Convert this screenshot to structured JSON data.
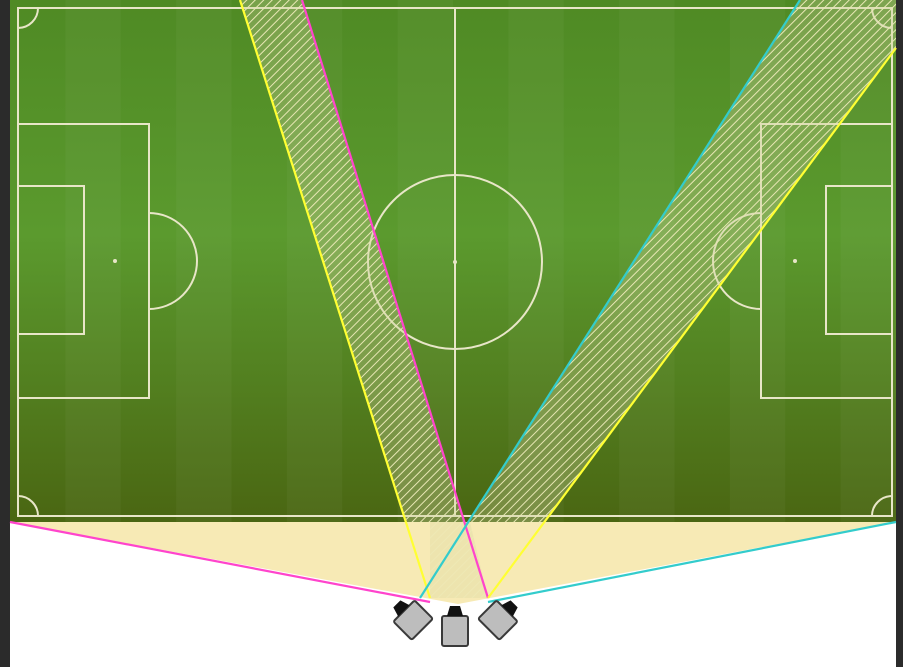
{
  "diagram": {
    "colors": {
      "frame": "#2b2b2b",
      "canvas": "#ffffff",
      "pitch_light": "#5a9a2e",
      "pitch_dark": "#4a7f1e",
      "pitch_bottom": "#4d6a12",
      "line": "#e8e6c8",
      "coverage_fill": "#f6e6a8",
      "hatch": "#e8e7b4",
      "camera_body": "#bdbdbd",
      "camera_outline": "#3a3a3a",
      "camera_lens": "#111111"
    },
    "cameras": [
      {
        "id": "left-camera",
        "edge_colors": [
          "#ff44cc",
          "#ffff33"
        ]
      },
      {
        "id": "center-camera",
        "edge_colors": [
          "#ffff33",
          "#33cccc"
        ]
      },
      {
        "id": "right-camera",
        "edge_colors": [
          "#33cccc",
          "#ffff33"
        ]
      }
    ],
    "overlap_zones": [
      {
        "id": "left-overlap",
        "pattern": "hatched"
      },
      {
        "id": "right-overlap",
        "pattern": "hatched"
      }
    ]
  }
}
